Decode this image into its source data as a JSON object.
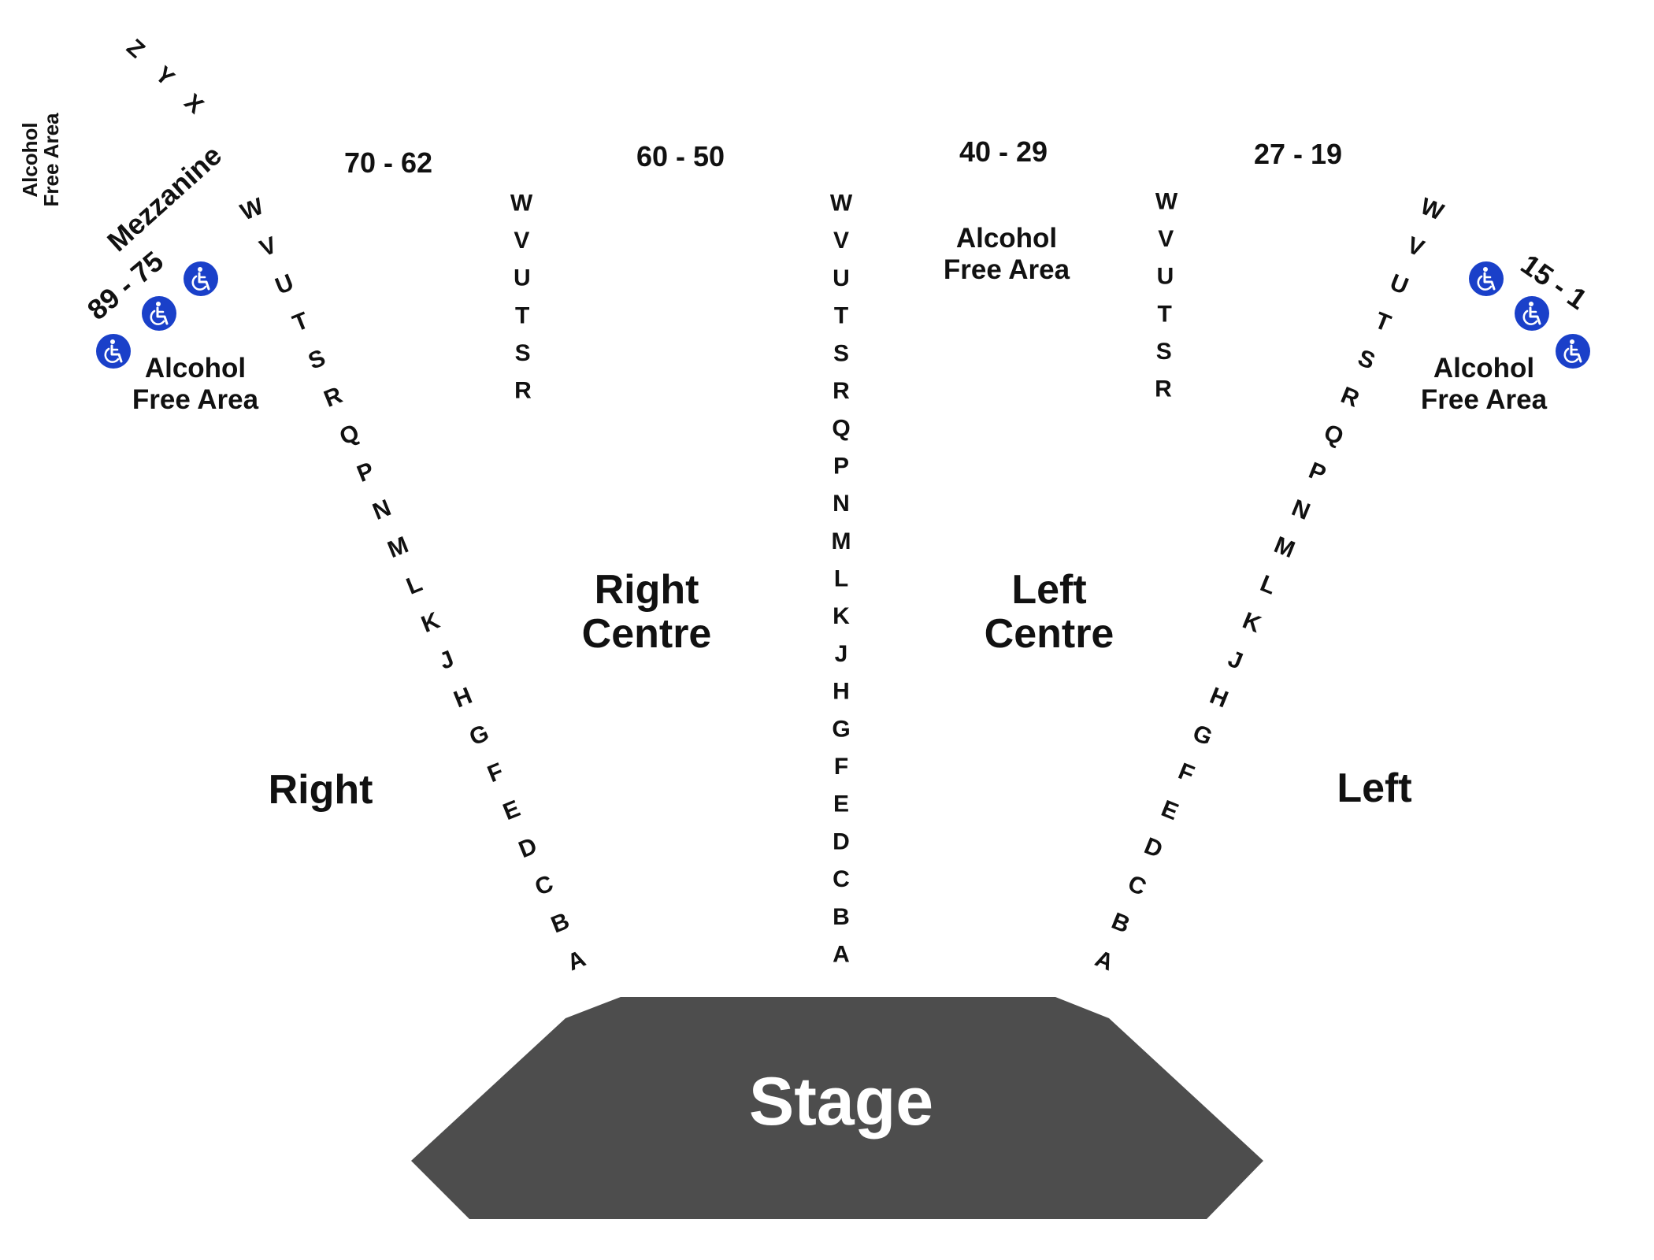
{
  "venue_map": {
    "stage": {
      "label": "Stage",
      "color": "#4d4d4d"
    },
    "sections": {
      "right": "Right",
      "right_centre": [
        "Right",
        "Centre"
      ],
      "left_centre": [
        "Left",
        "Centre"
      ],
      "left": "Left",
      "mezzanine": "Mezzanine"
    },
    "seat_ranges": {
      "r70_62": "70 - 62",
      "r60_50": "60 - 50",
      "r40_29": "40 - 29",
      "r27_19": "27 - 19",
      "r89_75": "89 - 75",
      "r15_1": "15 - 1"
    },
    "notes": {
      "alcohol_free": [
        "Alcohol",
        "Free Area"
      ]
    },
    "aisles": {
      "center_rows": [
        "W",
        "V",
        "U",
        "T",
        "S",
        "R",
        "Q",
        "P",
        "N",
        "M",
        "L",
        "K",
        "J",
        "H",
        "G",
        "F",
        "E",
        "D",
        "C",
        "B",
        "A"
      ],
      "right_diagonal_rows": [
        "W",
        "V",
        "U",
        "T",
        "S",
        "R",
        "Q",
        "P",
        "N",
        "M",
        "L",
        "K",
        "J",
        "H",
        "G",
        "F",
        "E",
        "D",
        "C",
        "B",
        "A"
      ],
      "left_diagonal_rows": [
        "W",
        "V",
        "U",
        "T",
        "S",
        "R",
        "Q",
        "P",
        "N",
        "M",
        "L",
        "K",
        "J",
        "H",
        "G",
        "F",
        "E",
        "D",
        "C",
        "B",
        "A"
      ],
      "short_rows": [
        "W",
        "V",
        "U",
        "T",
        "S",
        "R"
      ],
      "mezzanine_rows": [
        "Z",
        "Y",
        "X"
      ]
    },
    "icons": {
      "accessible": "wheelchair-icon",
      "accessible_color": "#1a40c9"
    }
  }
}
